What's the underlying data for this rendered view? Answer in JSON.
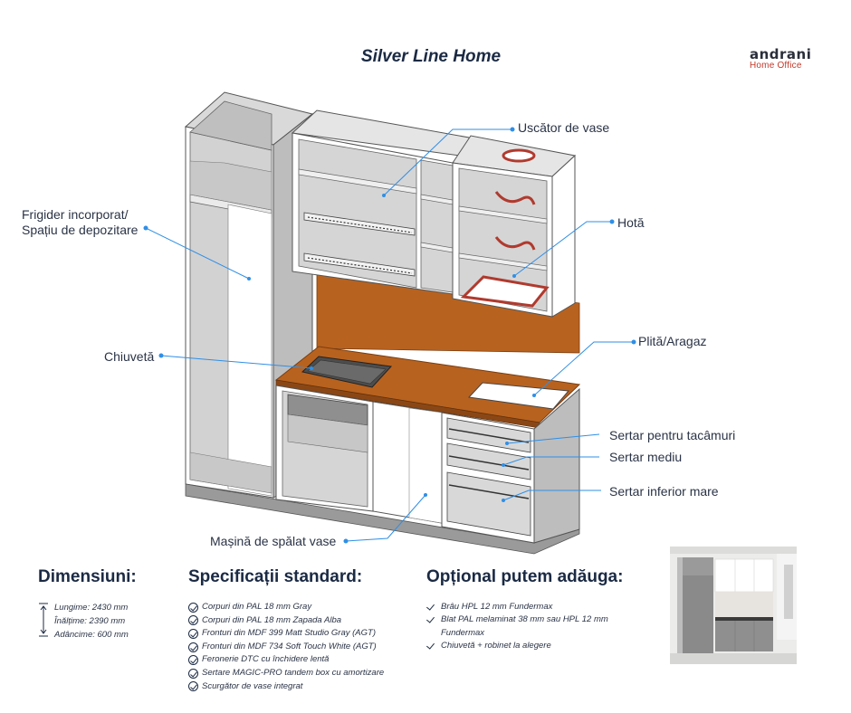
{
  "title": "Silver Line Home",
  "logo": {
    "name": "andrani",
    "sub": "Home Office"
  },
  "callouts": {
    "dish_rack": "Uscător de vase",
    "fridge_line1": "Frigider incorporat/",
    "fridge_line2": "Spațiu de depozitare",
    "hood": "Hotă",
    "sink": "Chiuvetă",
    "stove": "Plită/Aragaz",
    "cutlery_drawer": "Sertar pentru tacâmuri",
    "mid_drawer": "Sertar mediu",
    "bottom_drawer": "Sertar inferior mare",
    "dishwasher": "Mașină de spălat vase"
  },
  "dimensions": {
    "heading": "Dimensiuni:",
    "items": [
      "Lungime: 2430 mm",
      "Înălțime: 2390 mm",
      "Adâncime: 600 mm"
    ]
  },
  "specs": {
    "heading": "Specificații standard:",
    "items": [
      "Corpuri din PAL 18 mm Gray",
      "Corpuri din PAL 18 mm Zapada Alba",
      "Fronturi din MDF 399 Matt Studio Gray (AGT)",
      "Fronturi din MDF 734 Soft Touch White (AGT)",
      "Feronerie DTC cu închidere lentă",
      "Sertare MAGIC-PRO tandem box cu amortizare",
      "Scurgător de vase integrat"
    ]
  },
  "optional": {
    "heading": "Opțional putem adăuga:",
    "items": [
      "Brâu HPL 12 mm Fundermax",
      "Blat PAL melaminat 38 mm sau HPL 12 mm Fundermax",
      "Chiuvetă + robinet la alegere"
    ]
  },
  "colors": {
    "navy": "#1b2a44",
    "callout_line": "#2f8fe6",
    "wood": "#b8621f",
    "cabinet_gray": "#c9c9c9",
    "accent_red": "#c0392b"
  }
}
